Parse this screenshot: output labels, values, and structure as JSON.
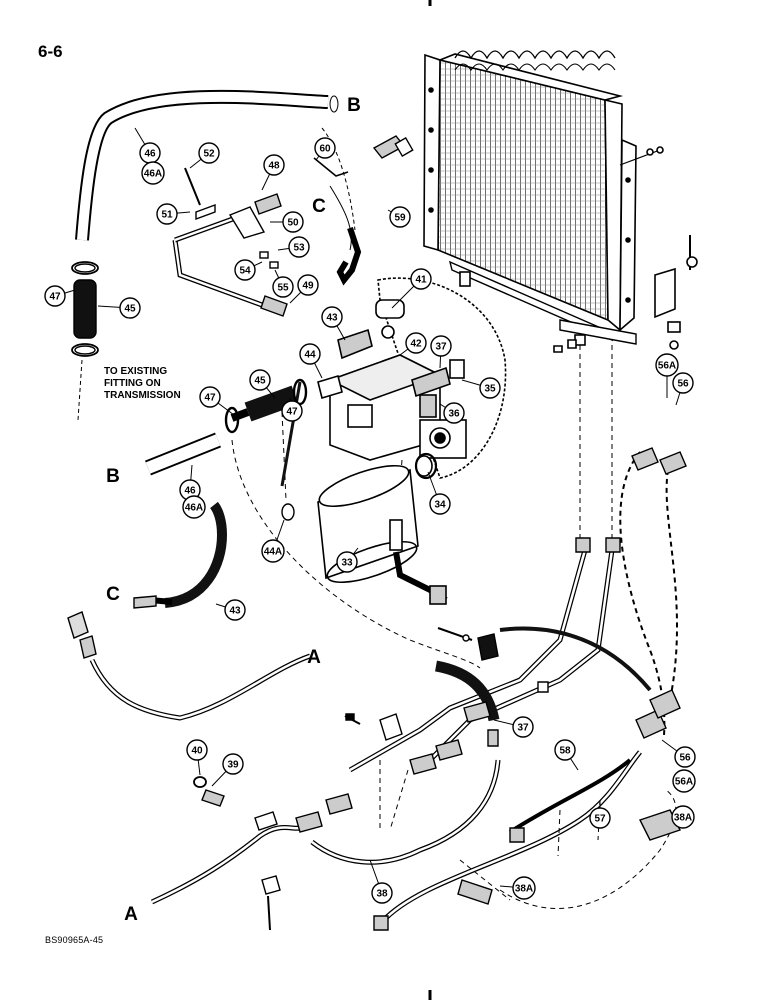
{
  "page_number": "6-6",
  "figure_code": "BS90965A-45",
  "note_lines": [
    "TO EXISTING",
    "FITTING ON",
    "TRANSMISSION"
  ],
  "callouts": [
    {
      "label": "46"
    },
    {
      "label": "46A"
    },
    {
      "label": "52"
    },
    {
      "label": "48"
    },
    {
      "label": "60"
    },
    {
      "label": "51"
    },
    {
      "label": "50"
    },
    {
      "label": "59"
    },
    {
      "label": "53"
    },
    {
      "label": "54"
    },
    {
      "label": "55"
    },
    {
      "label": "49"
    },
    {
      "label": "47"
    },
    {
      "label": "45"
    },
    {
      "label": "41"
    },
    {
      "label": "43"
    },
    {
      "label": "42"
    },
    {
      "label": "37"
    },
    {
      "label": "44"
    },
    {
      "label": "45"
    },
    {
      "label": "47"
    },
    {
      "label": "47"
    },
    {
      "label": "35"
    },
    {
      "label": "36"
    },
    {
      "label": "34"
    },
    {
      "label": "46"
    },
    {
      "label": "46A"
    },
    {
      "label": "44A"
    },
    {
      "label": "33"
    },
    {
      "label": "43"
    },
    {
      "label": "56A"
    },
    {
      "label": "56"
    },
    {
      "label": "37"
    },
    {
      "label": "40"
    },
    {
      "label": "39"
    },
    {
      "label": "58"
    },
    {
      "label": "57"
    },
    {
      "label": "56"
    },
    {
      "label": "56A"
    },
    {
      "label": "38A"
    },
    {
      "label": "38"
    },
    {
      "label": "38A"
    }
  ],
  "letters": [
    {
      "label": "B"
    },
    {
      "label": "C"
    },
    {
      "label": "B"
    },
    {
      "label": "C"
    },
    {
      "label": "A"
    },
    {
      "label": "A"
    }
  ]
}
